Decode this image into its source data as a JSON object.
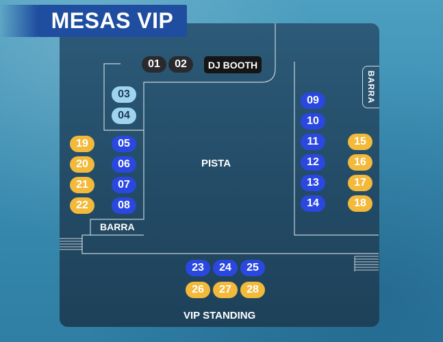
{
  "title": "MESAS VIP",
  "dj_tables": [
    "01",
    "02"
  ],
  "dj_booth": "DJ BOOTH",
  "light_tables": [
    "03",
    "04"
  ],
  "left_blue_tables": [
    "05",
    "06",
    "07",
    "08"
  ],
  "left_gold_tables": [
    "19",
    "20",
    "21",
    "22"
  ],
  "right_blue_tables": [
    "09",
    "10",
    "11",
    "12",
    "13",
    "14"
  ],
  "right_gold_tables": [
    "15",
    "16",
    "17",
    "18"
  ],
  "bottom_blue_tables": [
    "23",
    "24",
    "25"
  ],
  "bottom_gold_tables": [
    "26",
    "27",
    "28"
  ],
  "labels": {
    "pista": "PISTA",
    "barra_left": "BARRA",
    "barra_right": "BARRA",
    "vip_standing": "VIP STANDING"
  },
  "colors": {
    "blue_table": "#2a48e0",
    "gold_table": "#f2b93a",
    "light_table": "#9fd4f0",
    "dark_table": "#2a2a2e",
    "title_bg": "#1f4ea0"
  }
}
